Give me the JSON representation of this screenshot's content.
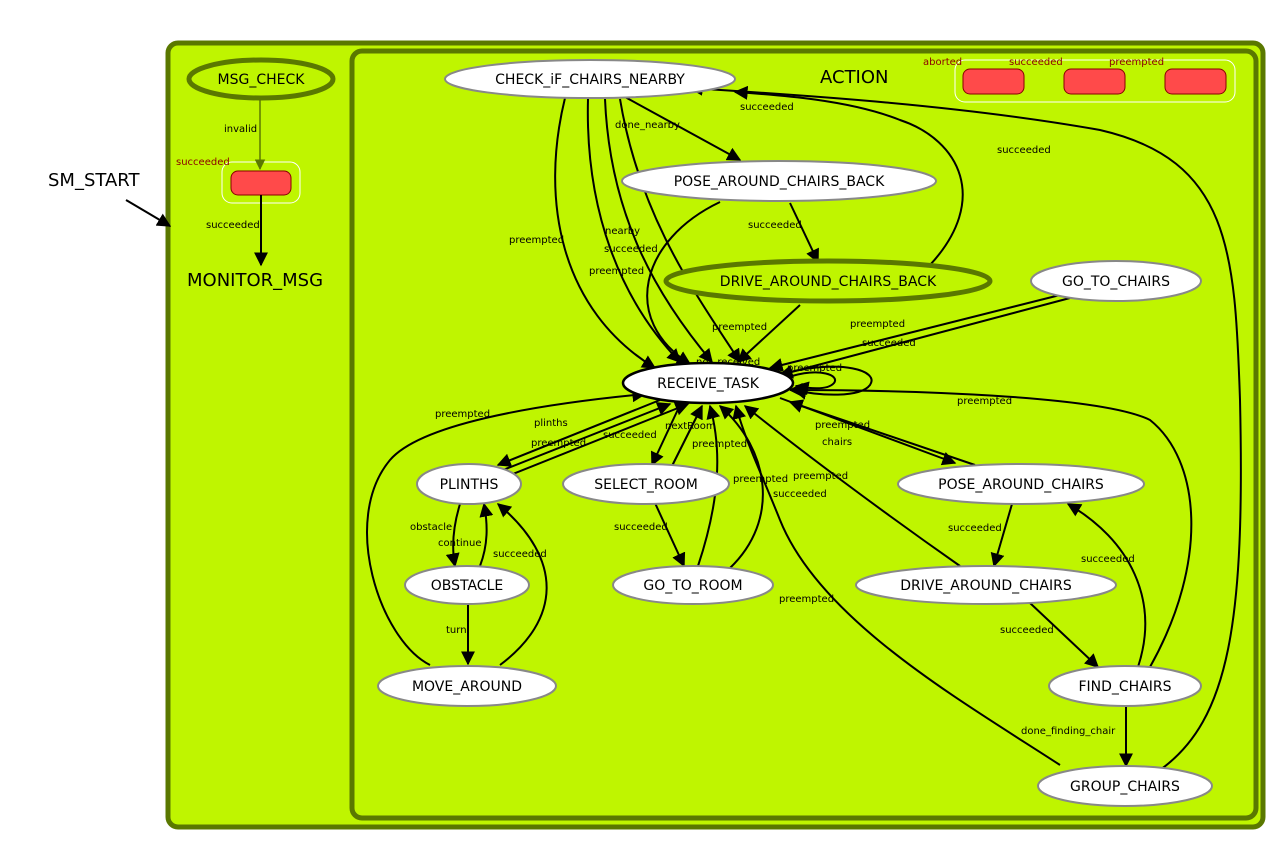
{
  "start_label": "SM_START",
  "containers": {
    "outer_label": "MONITOR_MSG",
    "inner_label": "ACTION"
  },
  "colors": {
    "container_fill": "#bff500",
    "container_stroke": "#5a7800",
    "outcome_fill": "#ff4a4a"
  },
  "outcomes": {
    "monitor": [
      "succeeded"
    ],
    "action": [
      "aborted",
      "succeeded",
      "preempted"
    ]
  },
  "nodes": {
    "msg_check": "MSG_CHECK",
    "check_chairs": "CHECK_iF_CHAIRS_NEARBY",
    "pose_back": "POSE_AROUND_CHAIRS_BACK",
    "drive_back": "DRIVE_AROUND_CHAIRS_BACK",
    "go_to_chairs": "GO_TO_CHAIRS",
    "receive_task": "RECEIVE_TASK",
    "plinths": "PLINTHS",
    "select_room": "SELECT_ROOM",
    "pose_chairs": "POSE_AROUND_CHAIRS",
    "obstacle": "OBSTACLE",
    "go_to_room": "GO_TO_ROOM",
    "drive_chairs": "DRIVE_AROUND_CHAIRS",
    "move_around": "MOVE_AROUND",
    "find_chairs": "FIND_CHAIRS",
    "group_chairs": "GROUP_CHAIRS"
  },
  "edge_labels": {
    "invalid": "invalid",
    "mon_succeeded": "succeeded",
    "cc_succeeded": "succeeded",
    "done_nearby": "done_nearby",
    "gc_succeeded": "succeeded",
    "cc_preempted": "preempted",
    "nearby": "nearby",
    "pb_succeeded": "succeeded",
    "pb_preempted": "preempted",
    "pb_ds": "succeeded",
    "db_preempted": "preempted",
    "gtc_preempted": "preempted",
    "gtc_succeeded": "succeeded",
    "not_received": "not_received",
    "self_preempted": "preempted",
    "pl_preempted_far": "preempted",
    "plinths": "plinths",
    "pl_preempted": "preempted",
    "pl_succeeded": "succeeded",
    "next_room": "nextRoom",
    "sr_preempted": "preempted",
    "gtr_preempted": "preempted",
    "gtr_succeeded": "succeeded",
    "pc_preempted": "preempted",
    "chairs": "chairs",
    "dc_preempted": "preempted",
    "fc_preempted": "preempted",
    "grp_preempted": "preempted",
    "obstacle": "obstacle",
    "continue": "continue",
    "ob_succeeded": "succeeded",
    "turn": "turn",
    "sr_succeeded": "succeeded",
    "pc_succeeded": "succeeded",
    "dc_succeeded": "succeeded",
    "fc_succeeded": "succeeded",
    "done_finding": "done_finding_chair"
  }
}
